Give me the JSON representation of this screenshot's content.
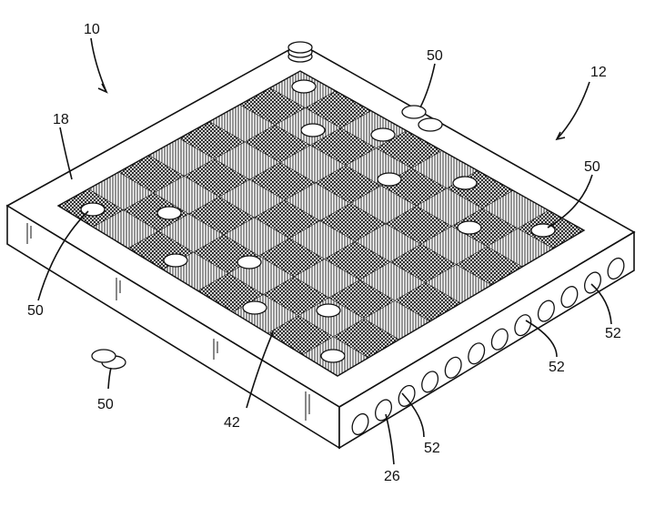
{
  "figure": {
    "labels": {
      "device": "10",
      "board_right": "12",
      "board_top": "18",
      "grid": "42",
      "side_wall": "26",
      "piece": "50",
      "hole": "52"
    }
  },
  "colors": {
    "ink": "#111111",
    "paper": "#ffffff"
  }
}
